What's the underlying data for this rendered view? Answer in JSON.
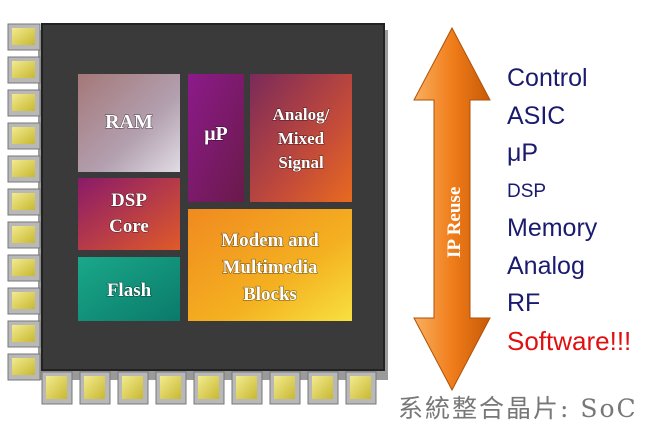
{
  "chip": {
    "blocks": {
      "ram": "RAM",
      "up": "μP",
      "analog_line1": "Analog/",
      "analog_line2": "Mixed",
      "analog_line3": "Signal",
      "dsp_line1": "DSP",
      "dsp_line2": "Core",
      "flash": "Flash",
      "modem_line1": "Modem and",
      "modem_line2": "Multimedia",
      "modem_line3": "Blocks"
    }
  },
  "arrow": {
    "label": "IP Reuse",
    "color": "#f07d1a"
  },
  "ip_list": [
    "Control",
    "ASIC",
    "μP",
    "DSP",
    "Memory",
    "Analog",
    "RF",
    "Software!!!"
  ],
  "caption": "系統整合晶片: SoC",
  "colors": {
    "list_text": "#1a1a6e",
    "highlight": "#e01010",
    "die": "#3a3a3a"
  }
}
